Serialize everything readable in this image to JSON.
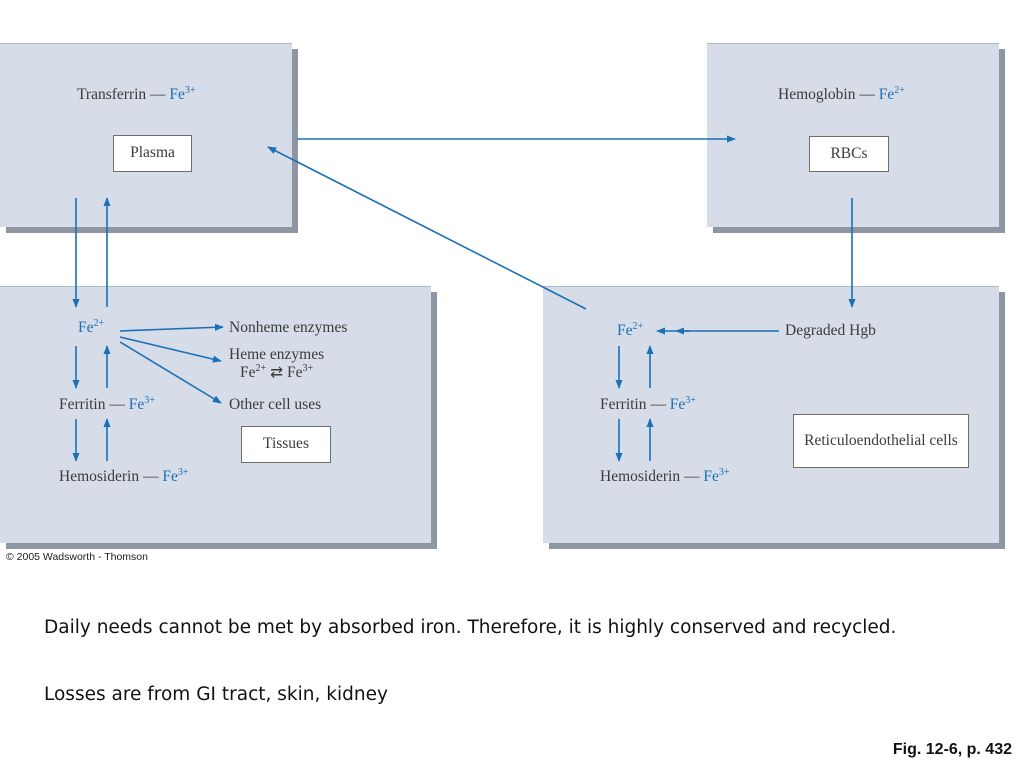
{
  "diagram": {
    "plasma": {
      "carrier": "Transferrin — ",
      "ion": "Fe",
      "charge": "3+",
      "label": "Plasma"
    },
    "rbc": {
      "carrier": "Hemoglobin — ",
      "ion": "Fe",
      "charge": "2+",
      "label": "RBCs"
    },
    "tissues": {
      "label": "Tissues",
      "fe_ion": "Fe",
      "fe_charge": "2+",
      "ferritin": "Ferritin — ",
      "ferritin_ion": "Fe",
      "ferritin_charge": "3+",
      "hemosiderin": "Hemosiderin — ",
      "hemosiderin_ion": "Fe",
      "hemosiderin_charge": "3+",
      "uses": {
        "nonheme": "Nonheme enzymes",
        "heme": "Heme enzymes",
        "heme_eq_left": "Fe",
        "heme_eq_left_charge": "2+",
        "heme_eq_arrow": " ⇄ ",
        "heme_eq_right": "Fe",
        "heme_eq_right_charge": "3+",
        "other": "Other cell uses"
      }
    },
    "reticuloendothelial": {
      "label": "Reticuloendothelial cells",
      "fe_ion": "Fe",
      "fe_charge": "2+",
      "degraded": "Degraded Hgb",
      "ferritin": "Ferritin — ",
      "ferritin_ion": "Fe",
      "ferritin_charge": "3+",
      "hemosiderin": "Hemosiderin — ",
      "hemosiderin_ion": "Fe",
      "hemosiderin_charge": "3+"
    },
    "arrow_color": "#1c70b5",
    "panel_color": "#d6dde9"
  },
  "copyright": "© 2005 Wadsworth - Thomson",
  "caption": {
    "line1": "Daily needs cannot be met by absorbed iron.  Therefore, it is highly conserved and recycled.",
    "line2": "Losses are from GI tract, skin, kidney"
  },
  "figure_ref": "Fig. 12-6, p. 432"
}
